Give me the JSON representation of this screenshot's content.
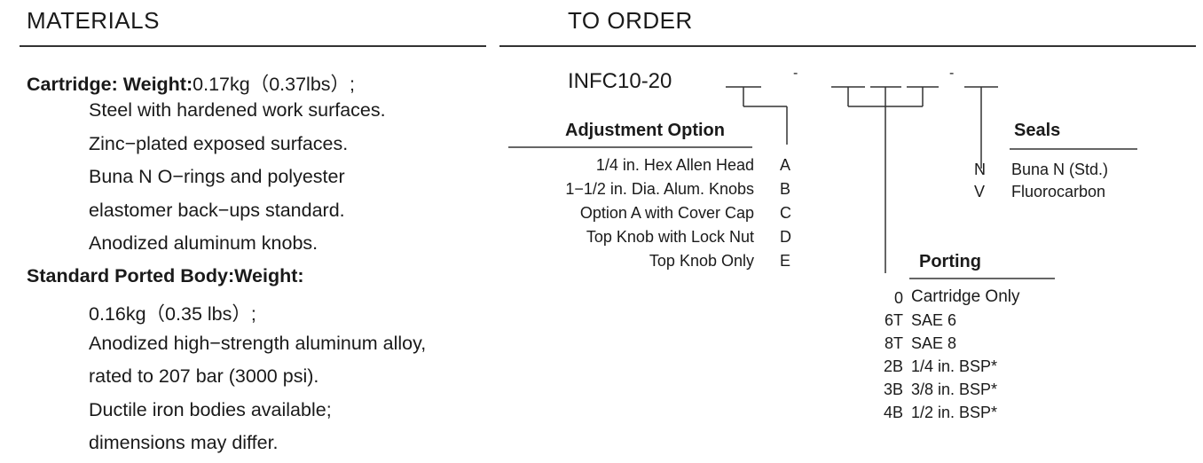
{
  "materials": {
    "heading": "MATERIALS",
    "cartridge": {
      "label": "Cartridge: Weight:",
      "weight": "0.17kg（0.37lbs）;",
      "lines": [
        "Steel with hardened work surfaces.",
        "Zinc−plated exposed surfaces.",
        "Buna N O−rings and polyester",
        "elastomer back−ups standard.",
        "Anodized aluminum knobs."
      ]
    },
    "body": {
      "label": "Standard Ported Body:Weight:",
      "lines": [
        "0.16kg（0.35 lbs）;",
        "Anodized high−strength aluminum alloy,",
        "rated to 207 bar (3000 psi).",
        "Ductile iron bodies available;",
        "dimensions may differ."
      ]
    }
  },
  "order": {
    "heading": "TO ORDER",
    "model": "INFC10-20",
    "dash": "-",
    "adjustment": {
      "title": "Adjustment Option",
      "options": [
        {
          "desc": "1/4 in. Hex Allen Head",
          "code": "A"
        },
        {
          "desc": "1−1/2 in. Dia. Alum. Knobs",
          "code": "B"
        },
        {
          "desc": "Option A with Cover Cap",
          "code": "C"
        },
        {
          "desc": "Top Knob with Lock Nut",
          "code": "D"
        },
        {
          "desc": "Top Knob Only",
          "code": "E"
        }
      ]
    },
    "porting": {
      "title": "Porting",
      "options": [
        {
          "code": "0",
          "desc": "Cartridge Only"
        },
        {
          "code": "6T",
          "desc": "SAE 6"
        },
        {
          "code": "8T",
          "desc": "SAE 8"
        },
        {
          "code": "2B",
          "desc": "1/4 in. BSP*"
        },
        {
          "code": "3B",
          "desc": "3/8 in. BSP*"
        },
        {
          "code": "4B",
          "desc": "1/2 in. BSP*"
        }
      ]
    },
    "seals": {
      "title": "Seals",
      "options": [
        {
          "code": "N",
          "desc": "Buna N (Std.)"
        },
        {
          "code": "V",
          "desc": "Fluorocarbon"
        }
      ]
    }
  }
}
